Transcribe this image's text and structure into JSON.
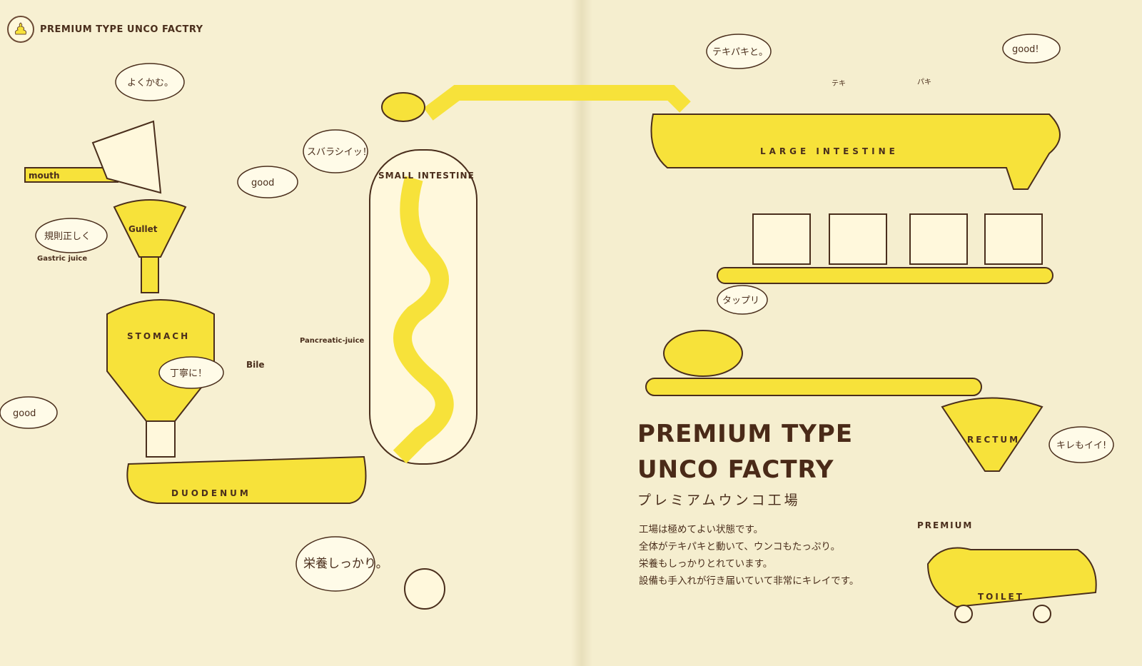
{
  "header": {
    "title": "PREMIUM TYPE UNCO FACTRY",
    "logo_icon": "poop-icon"
  },
  "article": {
    "title_line1": "PREMIUM TYPE",
    "title_line2": "UNCO FACTRY",
    "subtitle": "プレミアムウンコ工場",
    "body": [
      "工場は極めてよい状態です。",
      "全体がテキパキと動いて、ウンコもたっぷり。",
      "栄養もしっかりとれています。",
      "設備も手入れが行き届いていて非常にキレイです。"
    ]
  },
  "illustration": {
    "organs": {
      "mouth": "mouth",
      "gullet": "Gullet",
      "stomach": "STOMACH",
      "duodenum": "DUODENUM",
      "small_intestine": "SMALL INTESTINE",
      "large_intestine": "LARGE INTESTINE",
      "rectum": "RECTUM",
      "toilet": "TOILET",
      "premium": "PREMIUM"
    },
    "bottles": {
      "gastric": "Gastric juice",
      "bile": "Bile",
      "pancreatic": "Pancreatic-juice"
    },
    "bubbles": {
      "chew": "よくかむ。",
      "regular": "規則正しく",
      "good1": "good",
      "good2": "good",
      "good3": "good!",
      "careful": "丁寧に！",
      "nutrition": "栄養しっかり。",
      "great": "スバラシイッ！",
      "brisk": "テキパキと。",
      "plenty": "タップリ",
      "sharp": "キレもイイ!",
      "teki": "テキ",
      "paki": "パキ"
    },
    "colors": {
      "yellow": "#f7e23a",
      "ink": "#4a2e1c",
      "paper": "#f6efcf"
    }
  }
}
